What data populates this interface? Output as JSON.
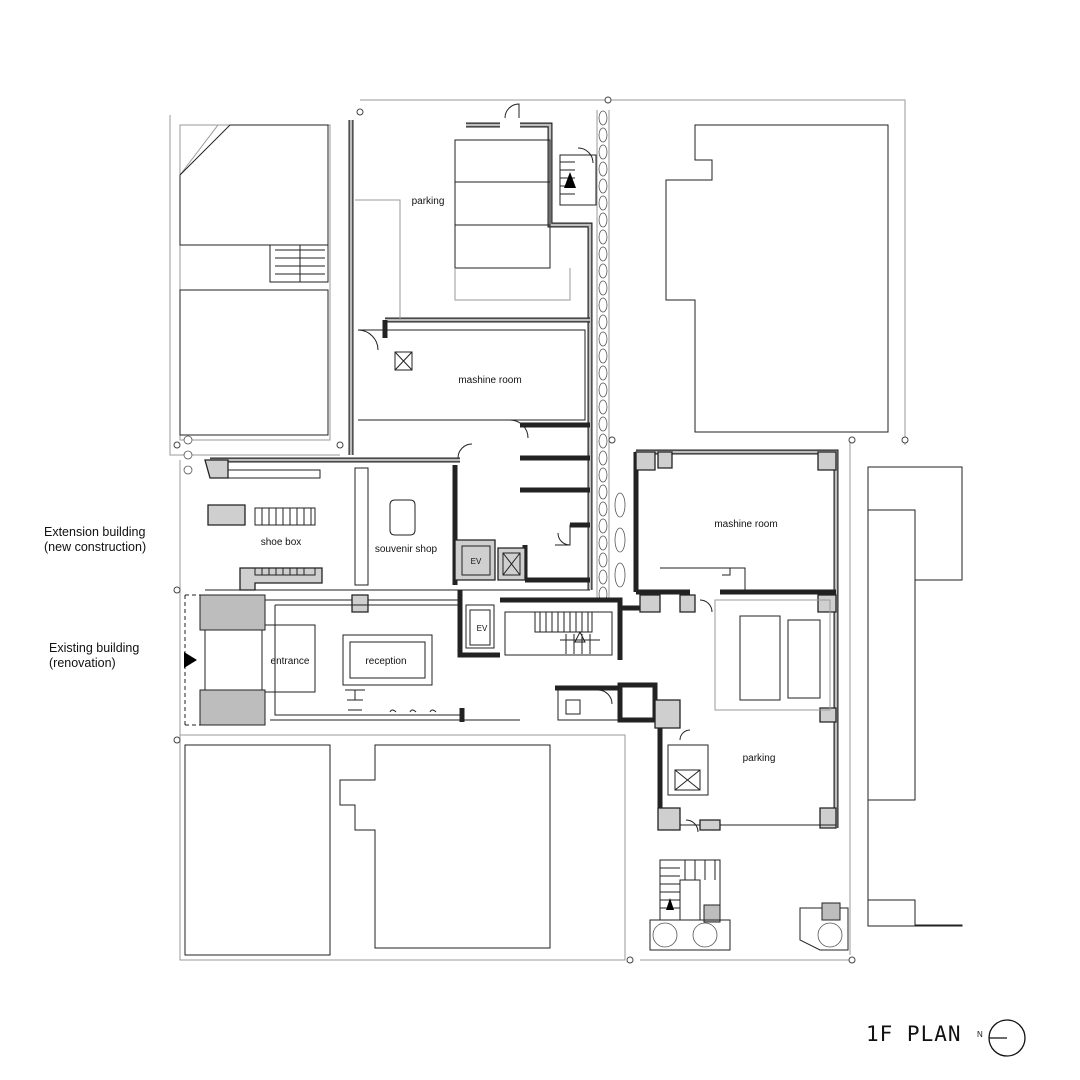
{
  "plan_title": "1F PLAN",
  "north_label": "N",
  "building_notes": {
    "extension": [
      "Extension building",
      "(new construction)"
    ],
    "existing": [
      "Existing building",
      "(renovation)"
    ]
  },
  "rooms": {
    "parking_north": "parking",
    "machine_room_north": "mashine room",
    "machine_room_east": "mashine room",
    "shoe_box": "shoe box",
    "souvenir_shop": "souvenir shop",
    "entrance": "entrance",
    "reception": "reception",
    "parking_east": "parking",
    "elevator_1": "EV",
    "elevator_2": "EV"
  },
  "icons": {
    "entrance_arrow": "triangle-right-icon",
    "north_symbol": "north-arrow-icon"
  }
}
